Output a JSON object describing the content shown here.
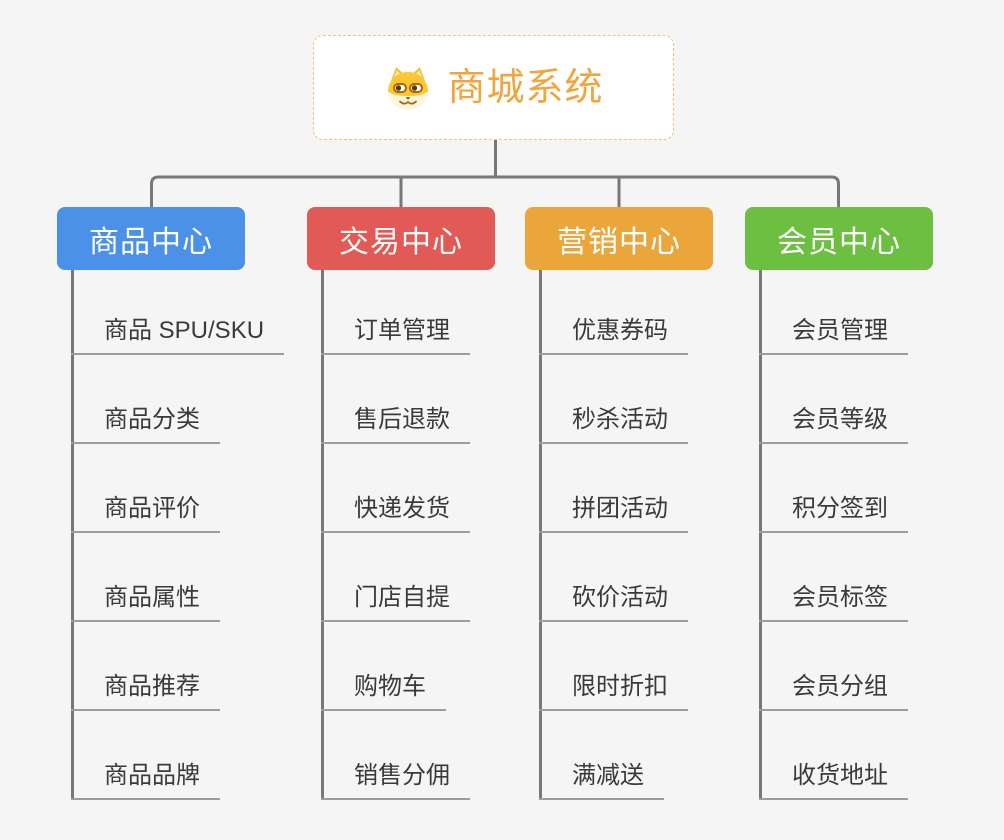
{
  "root": {
    "title": "商城系统",
    "icon": "shiba-dog-icon"
  },
  "branches": [
    {
      "label": "商品中心",
      "color": "#4b91e8",
      "children": [
        "商品 SPU/SKU",
        "商品分类",
        "商品评价",
        "商品属性",
        "商品推荐",
        "商品品牌"
      ]
    },
    {
      "label": "交易中心",
      "color": "#e25a55",
      "children": [
        "订单管理",
        "售后退款",
        "快递发货",
        "门店自提",
        "购物车",
        "销售分佣"
      ]
    },
    {
      "label": "营销中心",
      "color": "#eba63b",
      "children": [
        "优惠券码",
        "秒杀活动",
        "拼团活动",
        "砍价活动",
        "限时折扣",
        "满减送"
      ]
    },
    {
      "label": "会员中心",
      "color": "#6cbf40",
      "children": [
        "会员管理",
        "会员等级",
        "积分签到",
        "会员标签",
        "会员分组",
        "收货地址"
      ]
    }
  ],
  "colors": {
    "background": "#f5f5f5",
    "connector": "#787878",
    "leaf_underline": "#9d9d9d",
    "leaf_text": "#3a3a3a",
    "title": "#f1a53d",
    "root_border": "#f3c078"
  }
}
